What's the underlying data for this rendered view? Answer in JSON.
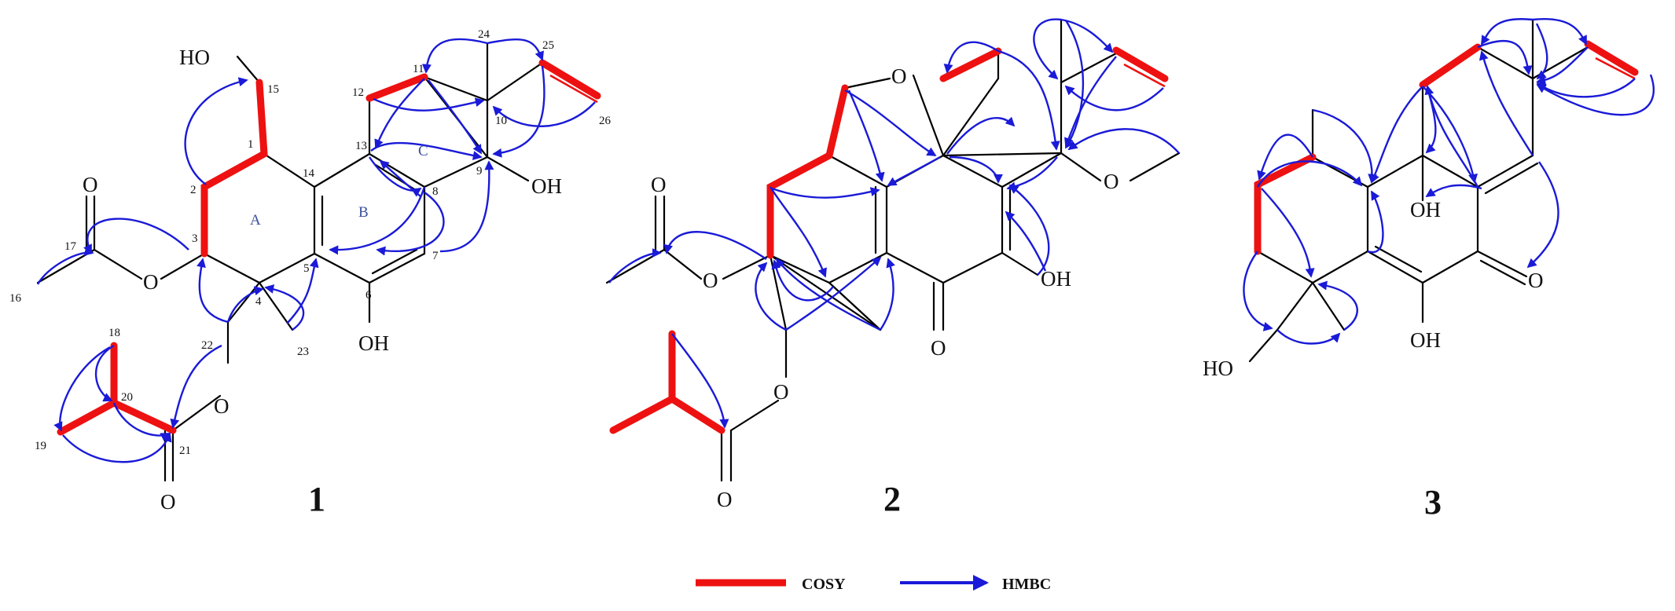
{
  "compounds": {
    "one": {
      "label": "1",
      "atoms": {
        "HO15": "HO",
        "O3": "O",
        "O_carbonyl17": "O",
        "O22": "O",
        "O_carbonyl21": "O",
        "OH6": "OH",
        "OH9": "OH"
      },
      "numbers": [
        "1",
        "2",
        "3",
        "4",
        "5",
        "6",
        "7",
        "8",
        "9",
        "10",
        "11",
        "12",
        "13",
        "14",
        "15",
        "16",
        "17",
        "18",
        "19",
        "20",
        "21",
        "22",
        "23",
        "24",
        "25",
        "26"
      ],
      "rings": [
        "A",
        "B",
        "C"
      ]
    },
    "two": {
      "label": "2",
      "atoms": {
        "O_ether_top": "O",
        "O_ether_right": "O",
        "OH": "OH",
        "O_ketone": "O",
        "O_ester_acetyl": "O",
        "O_carbonyl_acetyl": "O",
        "O_ester_isobutyl": "O",
        "O_carbonyl_isobutyl": "O"
      }
    },
    "three": {
      "label": "3",
      "atoms": {
        "OH_mid": "OH",
        "O_ketone": "O",
        "OH_bottom": "OH",
        "HO_left": "HO"
      }
    }
  },
  "legend": {
    "cosy": "COSY",
    "hmbc": "HMBC"
  },
  "colors": {
    "cosy": "#ee1111",
    "hmbc": "#1a1ad8",
    "bond": "#000000"
  }
}
